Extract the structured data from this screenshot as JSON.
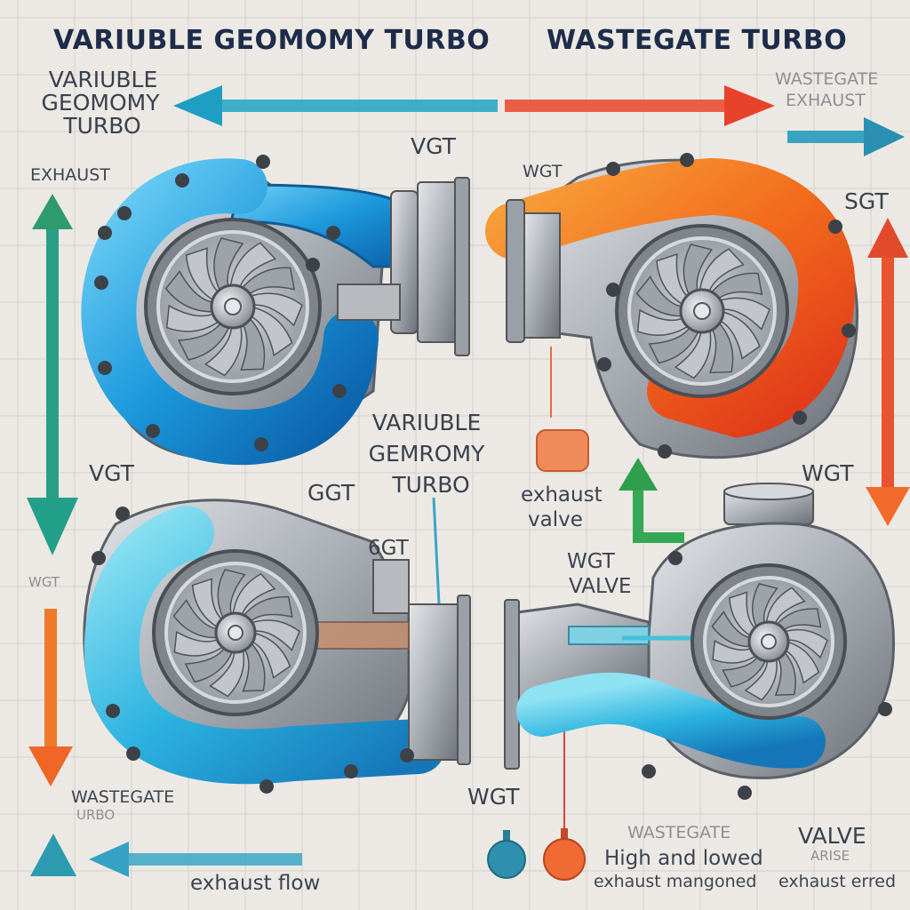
{
  "titles": {
    "left": "VARIUBLE GEOMOMY TURBO",
    "right": "WASTEGATE TURBO"
  },
  "labels": {
    "top_left_1": "VARIUBLE",
    "top_left_2": "GEOMOMY",
    "top_left_3": "TURBO",
    "top_right_1": "WASTEGATE",
    "top_right_2": "EXHAUST",
    "vgt_top": "VGT",
    "wgt_small": "WGT",
    "exhaust": "EXHAUST",
    "sgt": "SGT",
    "vgt_left": "VGT",
    "center_1": "VARIUBLE",
    "center_2": "GEMROMY",
    "center_3": "TURBO",
    "ggt": "GGT",
    "exhaust_valve_1": "exhaust",
    "exhaust_valve_2": "valve",
    "wgt_right": "WGT",
    "wgt_left_small": "WGT",
    "bgt": "6GT",
    "wgt_valve_1": "WGT",
    "wgt_valve_2": "VALVE",
    "wastegate_bottom_1": "WASTEGATE",
    "wastegate_bottom_2": "URBO",
    "wgt_bottom": "WGT",
    "bottom_wastegate": "WASTEGATE",
    "valve_br": "VALVE",
    "valve_br_sub": "ARISE",
    "legend_line_1": "High and lowed",
    "legend_line_2": "exhaust mangoned",
    "exhaust_flow": "exhaust flow",
    "exhaust_br": "exhaust erred"
  },
  "colors": {
    "blue_flow": "#1ea1dc",
    "orange_flow": "#f0641e",
    "teal_arrow": "#2aa7b6",
    "green_arrow": "#2f9c5d",
    "red_arrow": "#ea4a2f",
    "metal": "#9a9fa6"
  }
}
